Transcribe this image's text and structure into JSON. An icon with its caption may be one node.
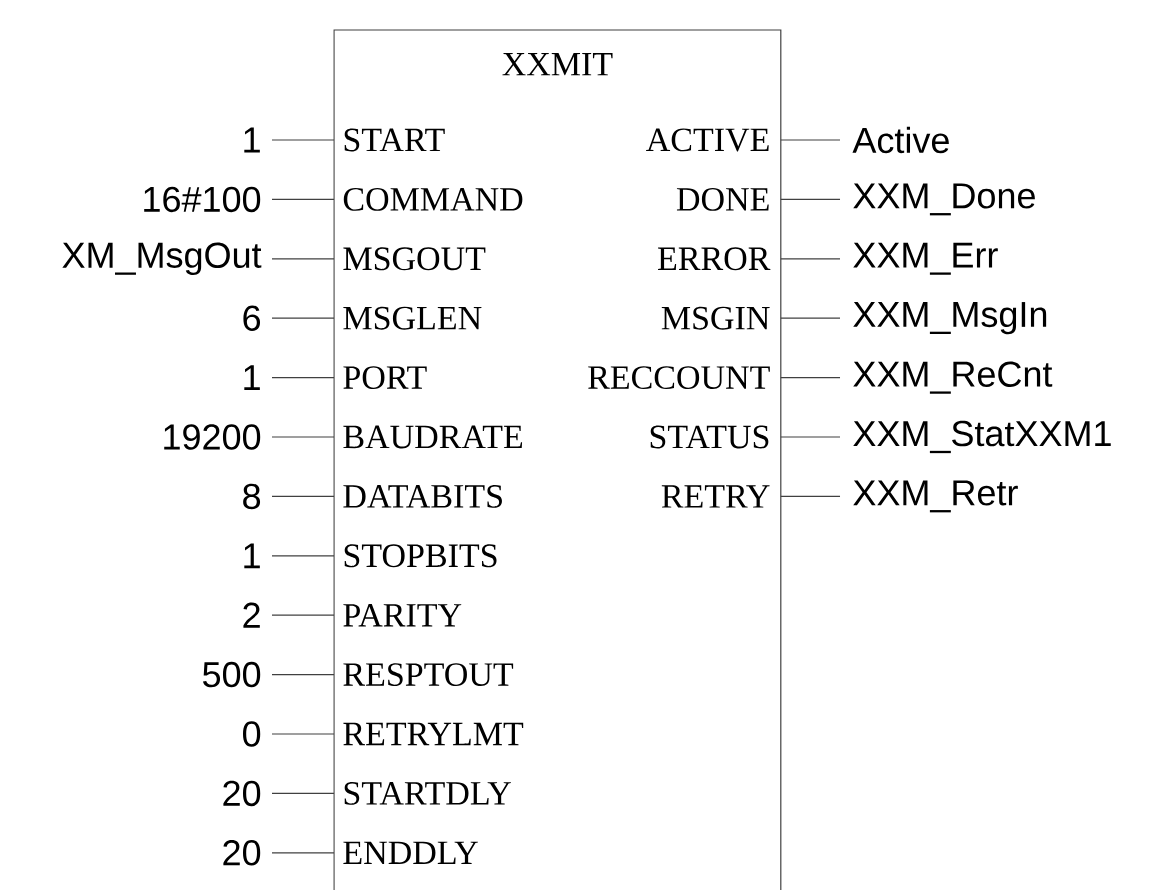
{
  "diagram": {
    "nodes": [
      {
        "text": [
          "XXMIT"
        ]
      },
      {
        "text": [
          "START"
        ],
        "in": 0
      },
      {
        "text": [
          "COMMAND"
        ],
        "in": 0
      },
      {
        "text": [
          "MSGOUT"
        ],
        "in": 0
      },
      {
        "text": [
          "MSGLEN"
        ],
        "in": 0
      },
      {
        "text": [
          "PORT"
        ],
        "in": 0
      },
      {
        "text": [
          "BAUDRATE"
        ],
        "in": 0
      },
      {
        "text": [
          "DATABITS"
        ],
        "in": 0
      },
      {
        "text": [
          "STOPBITS"
        ],
        "in": 0
      },
      {
        "text": [
          "PARITY"
        ],
        "in": 0
      },
      {
        "text": [
          "RESPTOUT"
        ],
        "in": 0
      },
      {
        "text": [
          "RETRYLMT"
        ],
        "in": 0
      },
      {
        "text": [
          "STARTDLY"
        ],
        "in": 0
      },
      {
        "text": [
          "ENDDLY"
        ],
        "in": 0
      },
      {
        "text": [
          "ACTIVE"
        ],
        "in": 0
      },
      {
        "text": [
          "DONE"
        ],
        "in": 0
      },
      {
        "text": [
          "ERROR"
        ],
        "in": 0
      },
      {
        "text": [
          "MSGIN"
        ],
        "in": 0
      },
      {
        "text": [
          "RECCOUNT"
        ],
        "in": 0
      },
      {
        "text": [
          "STATUS"
        ],
        "in": 0
      },
      {
        "text": [
          "RETRY"
        ],
        "in": 0
      },
      {
        "text": [
          "1"
        ]
      },
      {
        "text": [
          "16#100"
        ]
      },
      {
        "text": [
          "XM_MsgOut"
        ]
      },
      {
        "text": [
          "6"
        ]
      },
      {
        "text": [
          "1"
        ]
      },
      {
        "text": [
          "19200"
        ]
      },
      {
        "text": [
          "8"
        ]
      },
      {
        "text": [
          "1"
        ]
      },
      {
        "text": [
          "2"
        ]
      },
      {
        "text": [
          "500"
        ]
      },
      {
        "text": [
          "0"
        ]
      },
      {
        "text": [
          "20"
        ]
      },
      {
        "text": [
          "20"
        ]
      },
      {
        "text": [
          "Active"
        ]
      },
      {
        "text": [
          "XXM_Done"
        ]
      },
      {
        "text": [
          "XXM_Err"
        ]
      },
      {
        "text": [
          "XXM_MsgIn"
        ]
      },
      {
        "text": [
          "XXM_ReCnt"
        ]
      },
      {
        "text": [
          "XXM_StatXXM1"
        ]
      },
      {
        "text": [
          "XXM_Retr"
        ]
      }
    ],
    "edges": [
      {
        "from": 21,
        "to": 1,
        "arrow": "none"
      },
      {
        "from": 22,
        "to": 2,
        "arrow": "none"
      },
      {
        "from": 23,
        "to": 3,
        "arrow": "none"
      },
      {
        "from": 24,
        "to": 4,
        "arrow": "none"
      },
      {
        "from": 25,
        "to": 5,
        "arrow": "none"
      },
      {
        "from": 26,
        "to": 6,
        "arrow": "none"
      },
      {
        "from": 27,
        "to": 7,
        "arrow": "none"
      },
      {
        "from": 28,
        "to": 8,
        "arrow": "none"
      },
      {
        "from": 29,
        "to": 9,
        "arrow": "none"
      },
      {
        "from": 30,
        "to": 10,
        "arrow": "none"
      },
      {
        "from": 31,
        "to": 11,
        "arrow": "none"
      },
      {
        "from": 32,
        "to": 12,
        "arrow": "none"
      },
      {
        "from": 33,
        "to": 13,
        "arrow": "none"
      },
      {
        "from": 14,
        "to": 34,
        "arrow": "none"
      },
      {
        "from": 15,
        "to": 35,
        "arrow": "none"
      },
      {
        "from": 16,
        "to": 36,
        "arrow": "none"
      },
      {
        "from": 17,
        "to": 37,
        "arrow": "none"
      },
      {
        "from": 18,
        "to": 38,
        "arrow": "none"
      },
      {
        "from": 19,
        "to": 39,
        "arrow": "none"
      },
      {
        "from": 20,
        "to": 40,
        "arrow": "none"
      }
    ]
  }
}
